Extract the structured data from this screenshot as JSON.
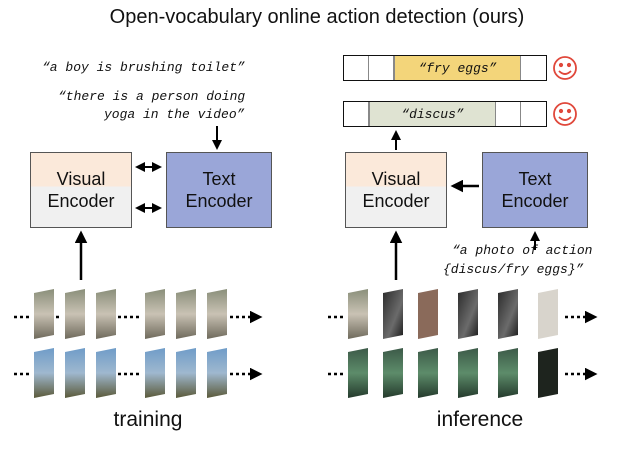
{
  "title": "Open-vocabulary online action detection (ours)",
  "training": {
    "caption1": "“a boy is brushing toilet”",
    "caption2_line1": "“there is a person doing",
    "caption2_line2": "yoga in the video”",
    "visual_encoder": "Visual Encoder",
    "text_encoder": "Text Encoder",
    "label": "training"
  },
  "inference": {
    "result_top": "“fry eggs”",
    "result_bottom": "“discus”",
    "visual_encoder": "Visual Encoder",
    "text_encoder": "Text Encoder",
    "prompt_line1": "“a photo of action",
    "prompt_line2": "{discus/fry eggs}”",
    "label": "inference"
  },
  "colors": {
    "visual_top": "#fbe9da",
    "visual_bottom": "#f0f0f0",
    "text_encoder": "#9aa6d8",
    "fry_eggs_bar": "#f3d57a",
    "discus_bar": "#dfe3d2",
    "smiley": "#e0473a"
  }
}
